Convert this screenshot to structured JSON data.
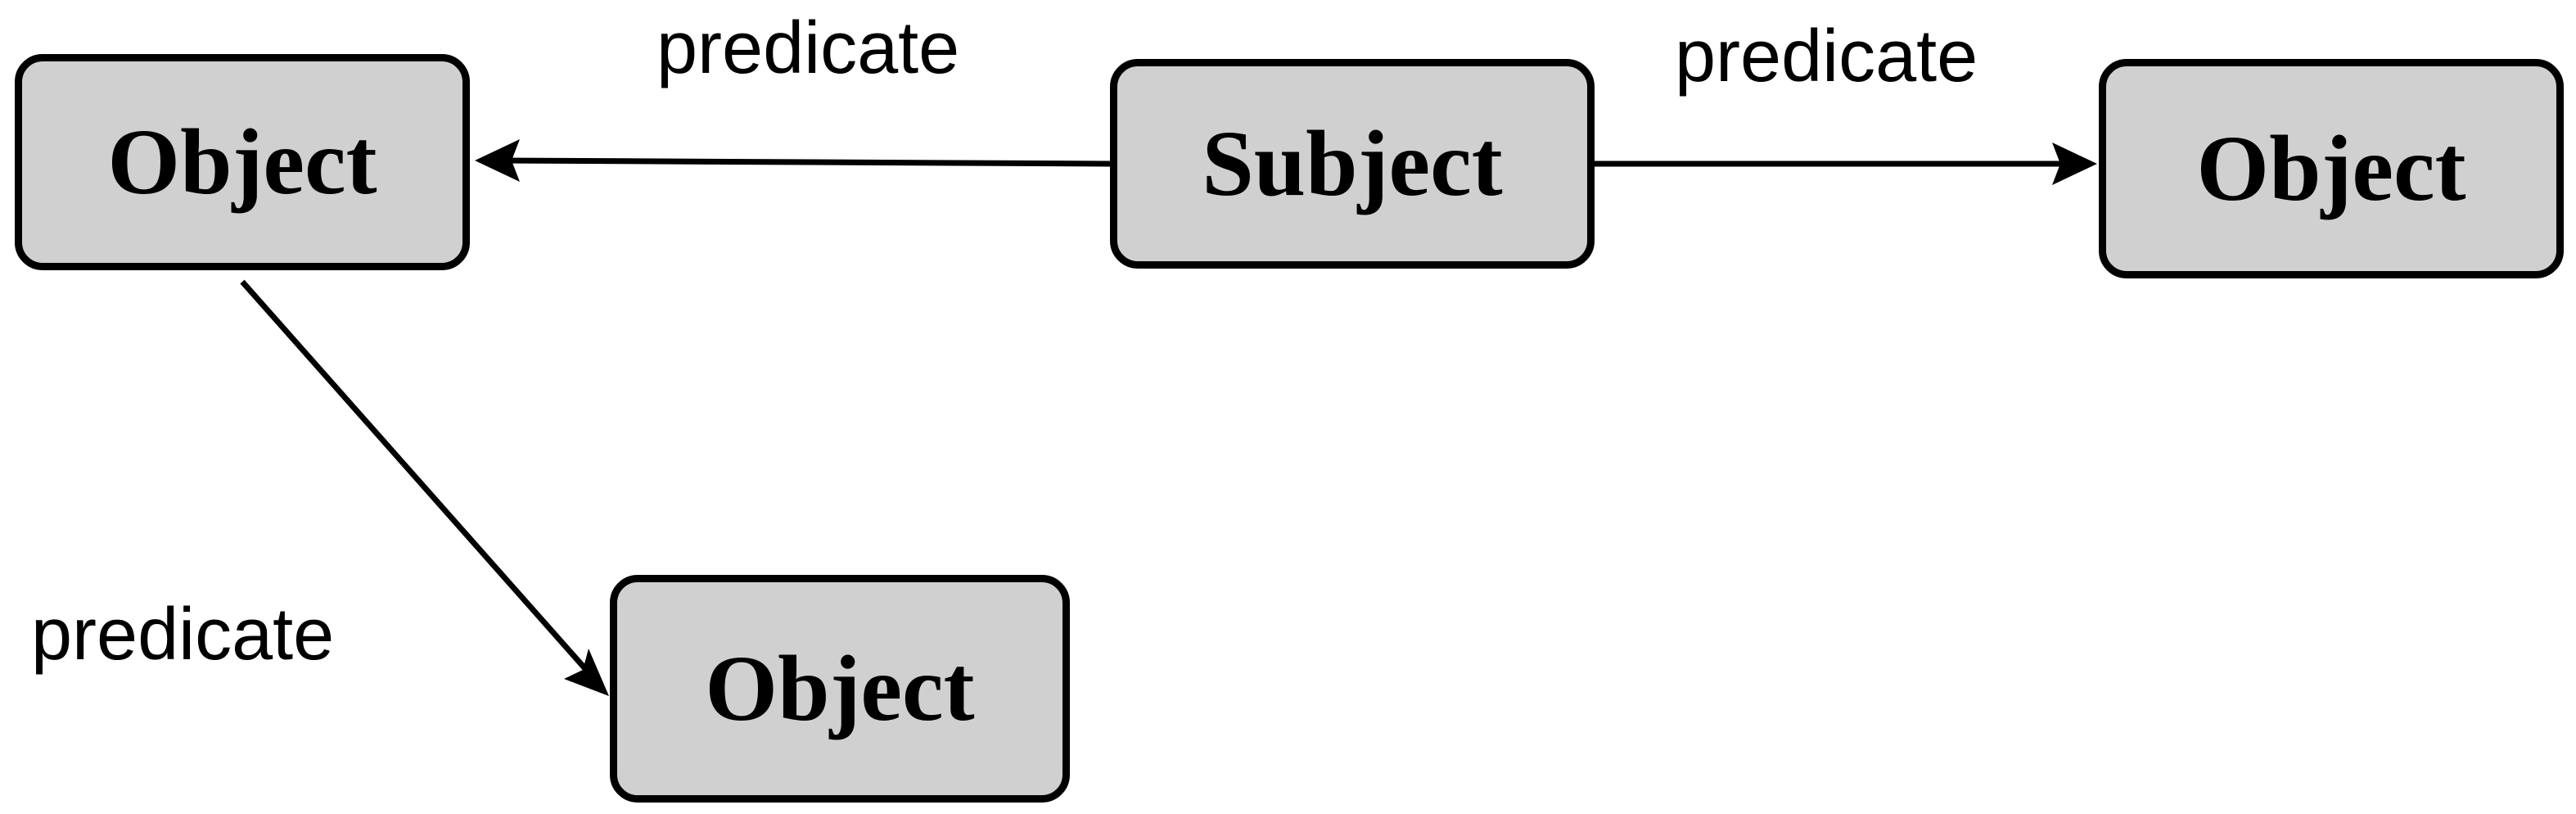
{
  "nodes": {
    "object_left": {
      "label": "Object"
    },
    "subject": {
      "label": "Subject"
    },
    "object_right": {
      "label": "Object"
    },
    "object_bottom": {
      "label": "Object"
    }
  },
  "edges": {
    "subject_to_object_left": {
      "label": "predicate"
    },
    "subject_to_object_right": {
      "label": "predicate"
    },
    "object_left_to_object_bottom": {
      "label": "predicate"
    }
  },
  "colors": {
    "node_fill": "#d0d0d0",
    "stroke": "#000000",
    "background": "#ffffff"
  }
}
